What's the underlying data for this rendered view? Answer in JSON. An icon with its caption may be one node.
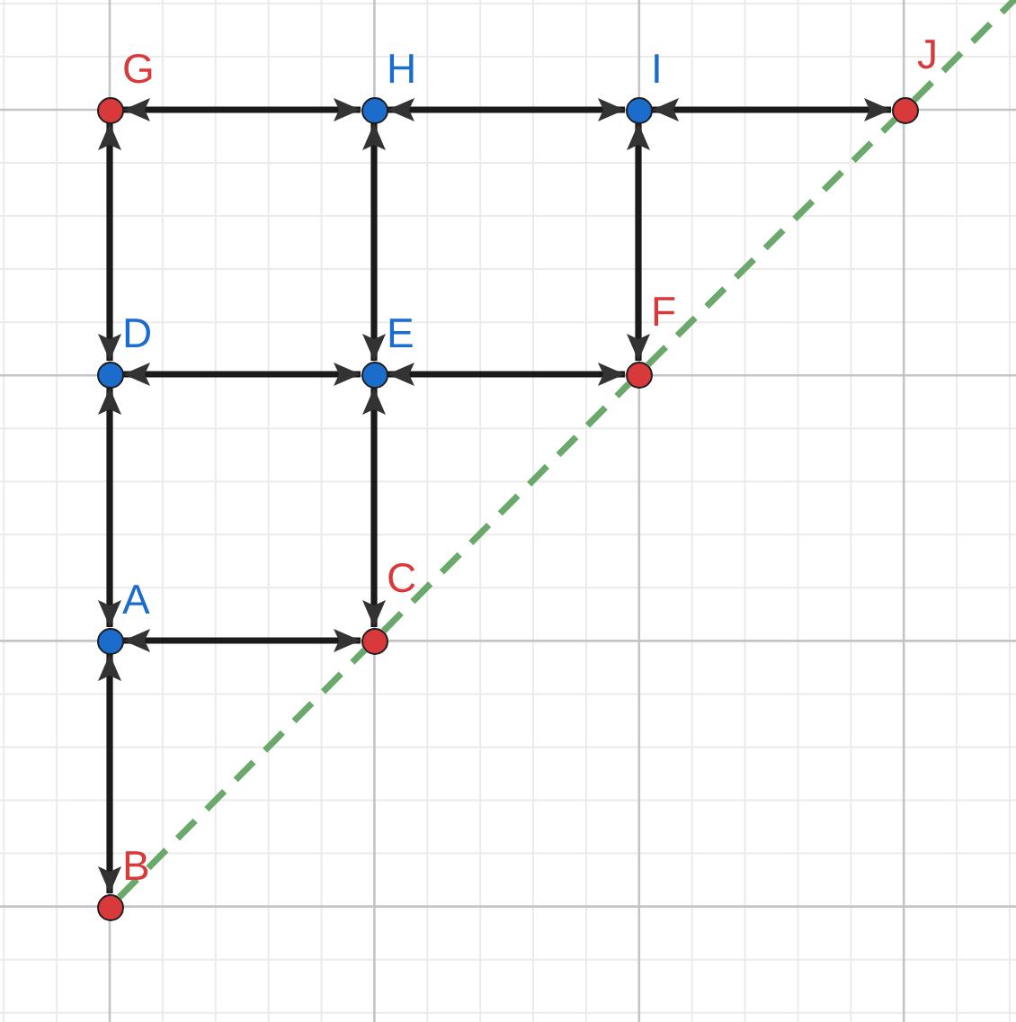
{
  "diagram": {
    "nodes": [
      {
        "text": [],
        "shape": "circle",
        "beside": [
          "G"
        ]
      },
      {
        "text": [],
        "shape": "circle",
        "beside": [
          "H"
        ]
      },
      {
        "text": [],
        "shape": "circle",
        "beside": [
          "I"
        ]
      },
      {
        "text": [],
        "shape": "circle",
        "beside": [
          "J"
        ]
      },
      {
        "text": [],
        "shape": "circle",
        "beside": [
          "D"
        ]
      },
      {
        "text": [],
        "shape": "circle",
        "beside": [
          "E"
        ]
      },
      {
        "text": [],
        "shape": "circle",
        "beside": [
          "F"
        ]
      },
      {
        "text": [],
        "shape": "circle",
        "beside": [
          "A"
        ]
      },
      {
        "text": [],
        "shape": "circle",
        "beside": [
          "C"
        ]
      },
      {
        "text": [],
        "shape": "circle",
        "beside": [
          "B"
        ]
      }
    ],
    "edges": [
      {
        "from": 0,
        "to": 1,
        "arrow": "both"
      },
      {
        "from": 1,
        "to": 2,
        "arrow": "both"
      },
      {
        "from": 2,
        "to": 3,
        "arrow": "both"
      },
      {
        "from": 0,
        "to": 4,
        "arrow": "both"
      },
      {
        "from": 1,
        "to": 5,
        "arrow": "both"
      },
      {
        "from": 2,
        "to": 6,
        "arrow": "both"
      },
      {
        "from": 4,
        "to": 5,
        "arrow": "both"
      },
      {
        "from": 5,
        "to": 6,
        "arrow": "both"
      },
      {
        "from": 4,
        "to": 7,
        "arrow": "both"
      },
      {
        "from": 5,
        "to": 8,
        "arrow": "both"
      },
      {
        "from": 7,
        "to": 8,
        "arrow": "both"
      },
      {
        "from": 7,
        "to": 9,
        "arrow": "both"
      },
      {
        "from": 9,
        "to": 8,
        "arrow": "none",
        "style": "dashed",
        "color": "#6aa86b"
      },
      {
        "from": 8,
        "to": 6,
        "arrow": "none",
        "style": "dashed",
        "color": "#6aa86b"
      },
      {
        "from": 6,
        "to": 3,
        "arrow": "none",
        "style": "dashed",
        "color": "#6aa86b"
      },
      {
        "from": 3,
        "to": null,
        "arrow": "none",
        "style": "dashed",
        "color": "#6aa86b"
      }
    ]
  }
}
